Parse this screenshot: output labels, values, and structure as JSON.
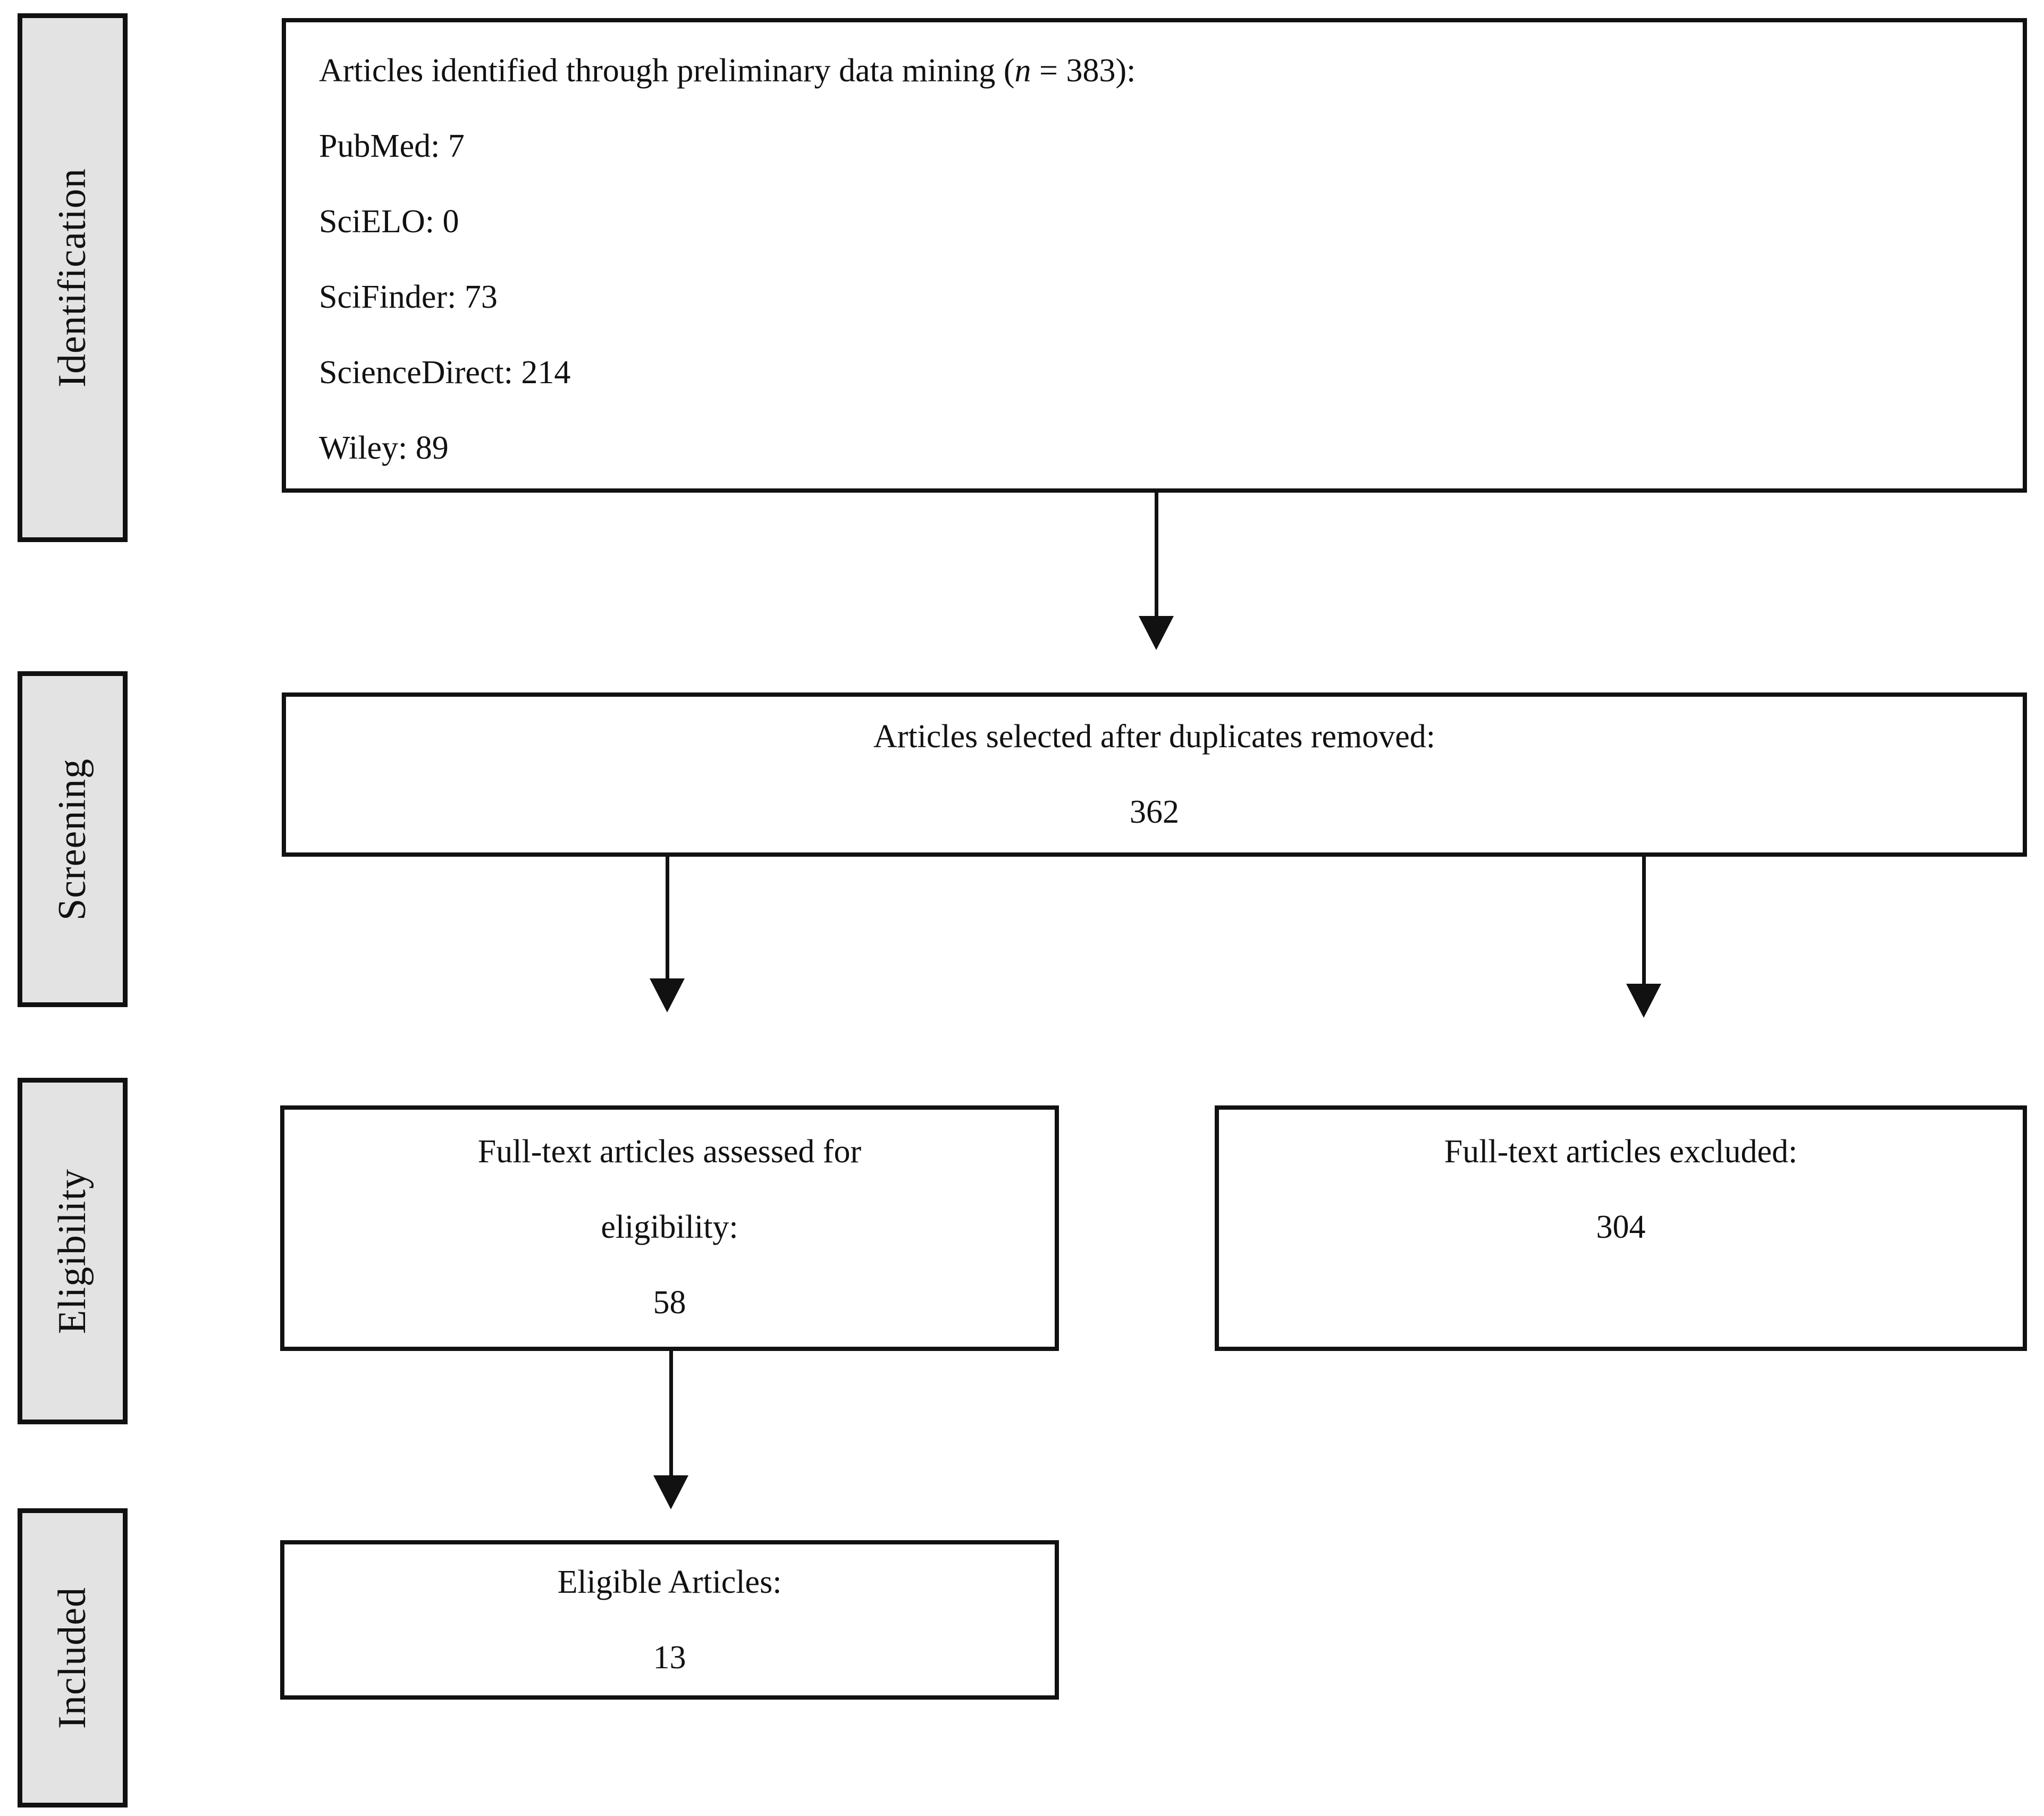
{
  "colors": {
    "background": "#ffffff",
    "stage_fill": "#e3e3e3",
    "box_border": "#111111",
    "text": "#111111"
  },
  "stages": [
    {
      "label": "Identification"
    },
    {
      "label": "Screening"
    },
    {
      "label": "Eligibility"
    },
    {
      "label": "Included"
    }
  ],
  "boxes": {
    "identification": {
      "title_prefix": "Articles identified through preliminary data mining (",
      "n_symbol": "n",
      "title_suffix": " = 383):",
      "sources": [
        "PubMed: 7",
        "SciELO: 0",
        "SciFinder: 73",
        "ScienceDirect: 214",
        "Wiley: 89"
      ]
    },
    "screening": {
      "label": "Articles selected after duplicates removed:",
      "count": "362"
    },
    "eligibility_assessed": {
      "label_line1": "Full-text articles assessed for",
      "label_line2": "eligibility:",
      "count": "58"
    },
    "eligibility_excluded": {
      "label": "Full-text articles excluded:",
      "count": "304"
    },
    "included": {
      "label": "Eligible Articles:",
      "count": "13"
    }
  }
}
